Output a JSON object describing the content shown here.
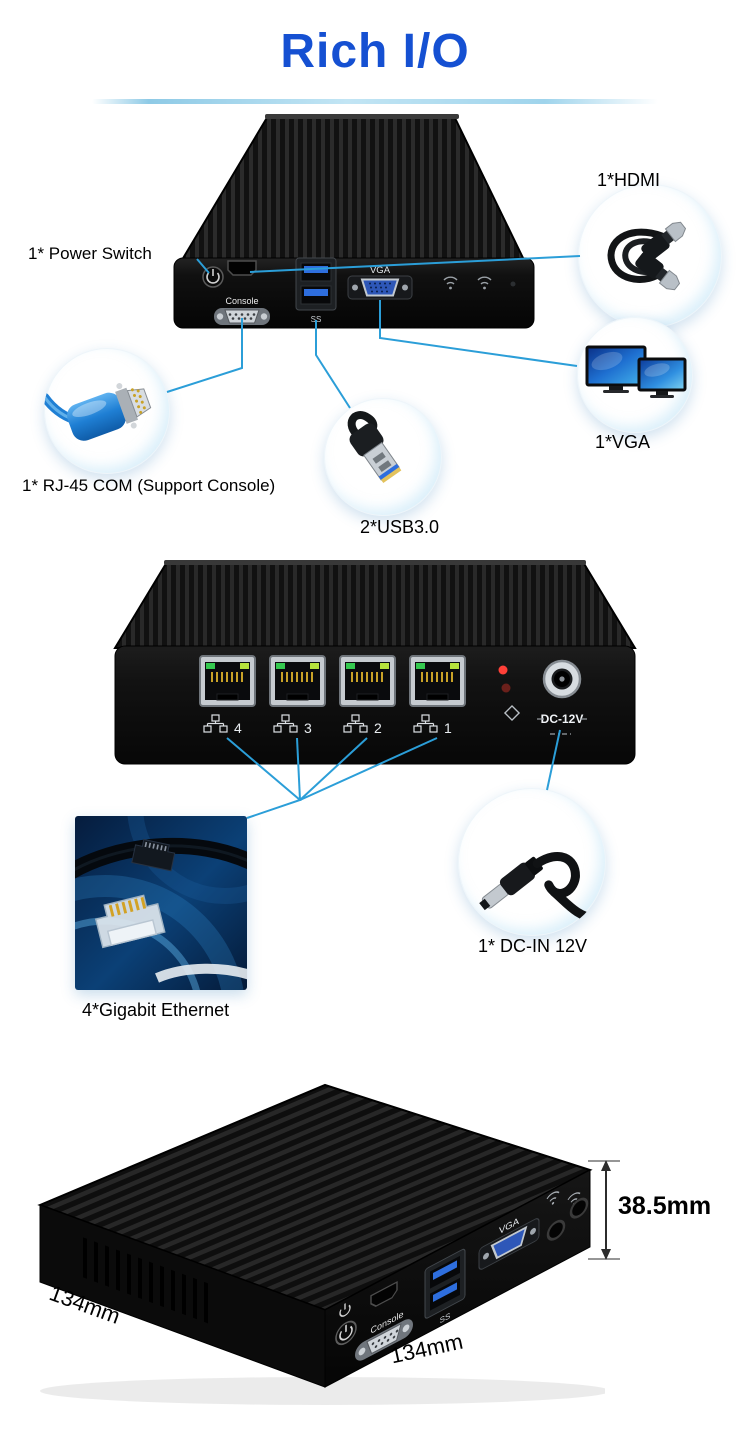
{
  "header": {
    "title": "Rich I/O"
  },
  "front_section": {
    "labels": {
      "hdmi": "1*HDMI",
      "power": "1* Power Switch",
      "com": "1* RJ-45 COM  (Support Console)",
      "usb": "2*USB3.0",
      "vga": "1*VGA"
    },
    "device": {
      "console": "Console",
      "vga": "VGA",
      "usb_mark": "SS"
    }
  },
  "rear_section": {
    "labels": {
      "ethernet": "4*Gigabit Ethernet",
      "dc": "1* DC-IN 12V"
    },
    "device": {
      "dc": "DC-12V",
      "ports": [
        "4",
        "3",
        "2",
        "1"
      ]
    }
  },
  "size_section": {
    "device": {
      "console": "Console",
      "vga": "VGA",
      "usb_mark": "SS"
    },
    "height": "38.5mm",
    "width": "134mm",
    "depth": "134mm"
  },
  "colors": {
    "title": "#1550d2",
    "callout_line": "#2b9ed8"
  }
}
